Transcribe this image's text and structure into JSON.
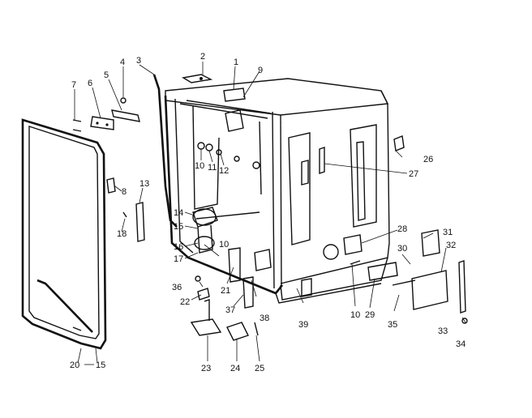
{
  "callouts": [
    {
      "id": "c1",
      "text": "1"
    },
    {
      "id": "c2",
      "text": "2"
    },
    {
      "id": "c3",
      "text": "3"
    },
    {
      "id": "c4",
      "text": "4"
    },
    {
      "id": "c5",
      "text": "5"
    },
    {
      "id": "c6",
      "text": "6"
    },
    {
      "id": "c7",
      "text": "7"
    },
    {
      "id": "c8",
      "text": "8"
    },
    {
      "id": "c9",
      "text": "9"
    },
    {
      "id": "c10a",
      "text": "10"
    },
    {
      "id": "c11",
      "text": "11"
    },
    {
      "id": "c12",
      "text": "12"
    },
    {
      "id": "c13",
      "text": "13"
    },
    {
      "id": "c14",
      "text": "14"
    },
    {
      "id": "c15",
      "text": "15"
    },
    {
      "id": "c16",
      "text": "16"
    },
    {
      "id": "c17",
      "text": "17"
    },
    {
      "id": "c18",
      "text": "18"
    },
    {
      "id": "c10b",
      "text": "10"
    },
    {
      "id": "c20",
      "text": "20"
    },
    {
      "id": "c15b",
      "text": "15"
    },
    {
      "id": "c21",
      "text": "21"
    },
    {
      "id": "c22",
      "text": "22"
    },
    {
      "id": "c23",
      "text": "23"
    },
    {
      "id": "c24",
      "text": "24"
    },
    {
      "id": "c25",
      "text": "25"
    },
    {
      "id": "c26",
      "text": "26"
    },
    {
      "id": "c27",
      "text": "27"
    },
    {
      "id": "c28",
      "text": "28"
    },
    {
      "id": "c29",
      "text": "29"
    },
    {
      "id": "c30",
      "text": "30"
    },
    {
      "id": "c31",
      "text": "31"
    },
    {
      "id": "c32",
      "text": "32"
    },
    {
      "id": "c33",
      "text": "33"
    },
    {
      "id": "c34",
      "text": "34"
    },
    {
      "id": "c35",
      "text": "35"
    },
    {
      "id": "c36",
      "text": "36"
    },
    {
      "id": "c37",
      "text": "37"
    },
    {
      "id": "c38",
      "text": "38"
    },
    {
      "id": "c39",
      "text": "39"
    },
    {
      "id": "c10c",
      "text": "10"
    }
  ]
}
